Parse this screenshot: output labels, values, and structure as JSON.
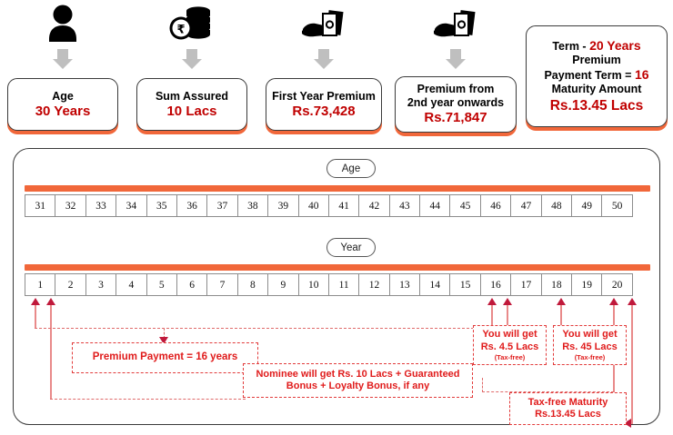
{
  "summary_cards": [
    {
      "icon": "person-icon",
      "label": "Age",
      "value": "30 Years"
    },
    {
      "icon": "rupee-coins-icon",
      "label": "Sum Assured",
      "value": "10 Lacs"
    },
    {
      "icon": "hand-cash-icon",
      "label": "First Year Premium",
      "value": "Rs.73,428"
    },
    {
      "icon": "hand-cash-icon",
      "label_line1": "Premium from",
      "label_line2": "2nd year onwards",
      "value": "Rs.71,847"
    }
  ],
  "term_card": {
    "term_label": "Term  -",
    "term_value": "20 Years",
    "premium_label": "Premium",
    "payment_term_label": "Payment Term =",
    "payment_term_value": "16",
    "maturity_label": "Maturity Amount",
    "maturity_value": "Rs.13.45 Lacs"
  },
  "timeline": {
    "age_pill": "Age",
    "year_pill": "Year",
    "ages": [
      "31",
      "32",
      "33",
      "34",
      "35",
      "36",
      "37",
      "38",
      "39",
      "40",
      "41",
      "42",
      "43",
      "44",
      "45",
      "46",
      "47",
      "48",
      "49",
      "50"
    ],
    "years": [
      "1",
      "2",
      "3",
      "4",
      "5",
      "6",
      "7",
      "8",
      "9",
      "10",
      "11",
      "12",
      "13",
      "14",
      "15",
      "16",
      "17",
      "18",
      "19",
      "20"
    ]
  },
  "callouts": {
    "premium_payment": {
      "line1": "Premium Payment = 16 years"
    },
    "nominee": {
      "line1": "Nominee will get Rs. 10 Lacs + Guaranteed",
      "line2": "Bonus + Loyalty Bonus, if any"
    },
    "benefit_16": {
      "line1": "You will get",
      "line2": "Rs. 4.5 Lacs",
      "note": "(Tax-free)"
    },
    "benefit_18": {
      "line1": "You will get",
      "line2": "Rs. 45 Lacs",
      "note": "(Tax-free)"
    },
    "maturity": {
      "line1": "Tax-free Maturity",
      "line2": "Rs.13.45 Lacs"
    }
  },
  "colors": {
    "accent_orange": "#F1673A",
    "value_red": "#C00000",
    "callout_red": "#E01B1B",
    "arrow_gray": "#bfbfbf"
  }
}
